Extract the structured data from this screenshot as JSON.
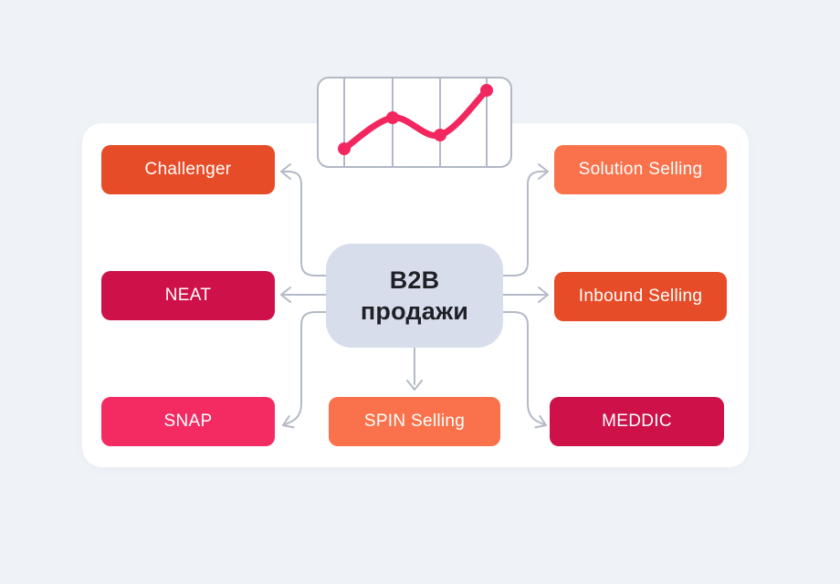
{
  "page": {
    "background_color": "#EFF3F8",
    "card_color": "#FFFFFF"
  },
  "diagram": {
    "title_node": {
      "line1": "B2B",
      "line2": "продажи",
      "bg_color": "#D8DDEC",
      "text_color": "#1F2126"
    },
    "methods": [
      {
        "id": "challenger",
        "label": "Challenger",
        "color": "#E74C28",
        "position": "left-top"
      },
      {
        "id": "neat",
        "label": "NEAT",
        "color": "#CE1249",
        "position": "left-middle"
      },
      {
        "id": "snap",
        "label": "SNAP",
        "color": "#F42B62",
        "position": "left-bottom"
      },
      {
        "id": "spin-selling",
        "label": "SPIN Selling",
        "color": "#F9724B",
        "position": "bottom-center"
      },
      {
        "id": "solution-selling",
        "label": "Solution Selling",
        "color": "#F9724B",
        "position": "right-top"
      },
      {
        "id": "inbound-selling",
        "label": "Inbound Selling",
        "color": "#E74C28",
        "position": "right-middle"
      },
      {
        "id": "meddic",
        "label": "MEDDIC",
        "color": "#CE1249",
        "position": "right-bottom"
      }
    ],
    "connector_color": "#B3BAC6"
  },
  "chart_data": {
    "type": "line",
    "title": "",
    "xlabel": "",
    "ylabel": "",
    "x": [
      1,
      2,
      3,
      4
    ],
    "y_relative": [
      0.18,
      0.55,
      0.35,
      0.88
    ],
    "note": "decorative trend sparkline, no axis tick labels visible",
    "line_color": "#F3275F",
    "marker_color": "#F3275F",
    "grid_color": "#B2B8C6",
    "grid": "vertical gridlines only",
    "legend": "none"
  }
}
